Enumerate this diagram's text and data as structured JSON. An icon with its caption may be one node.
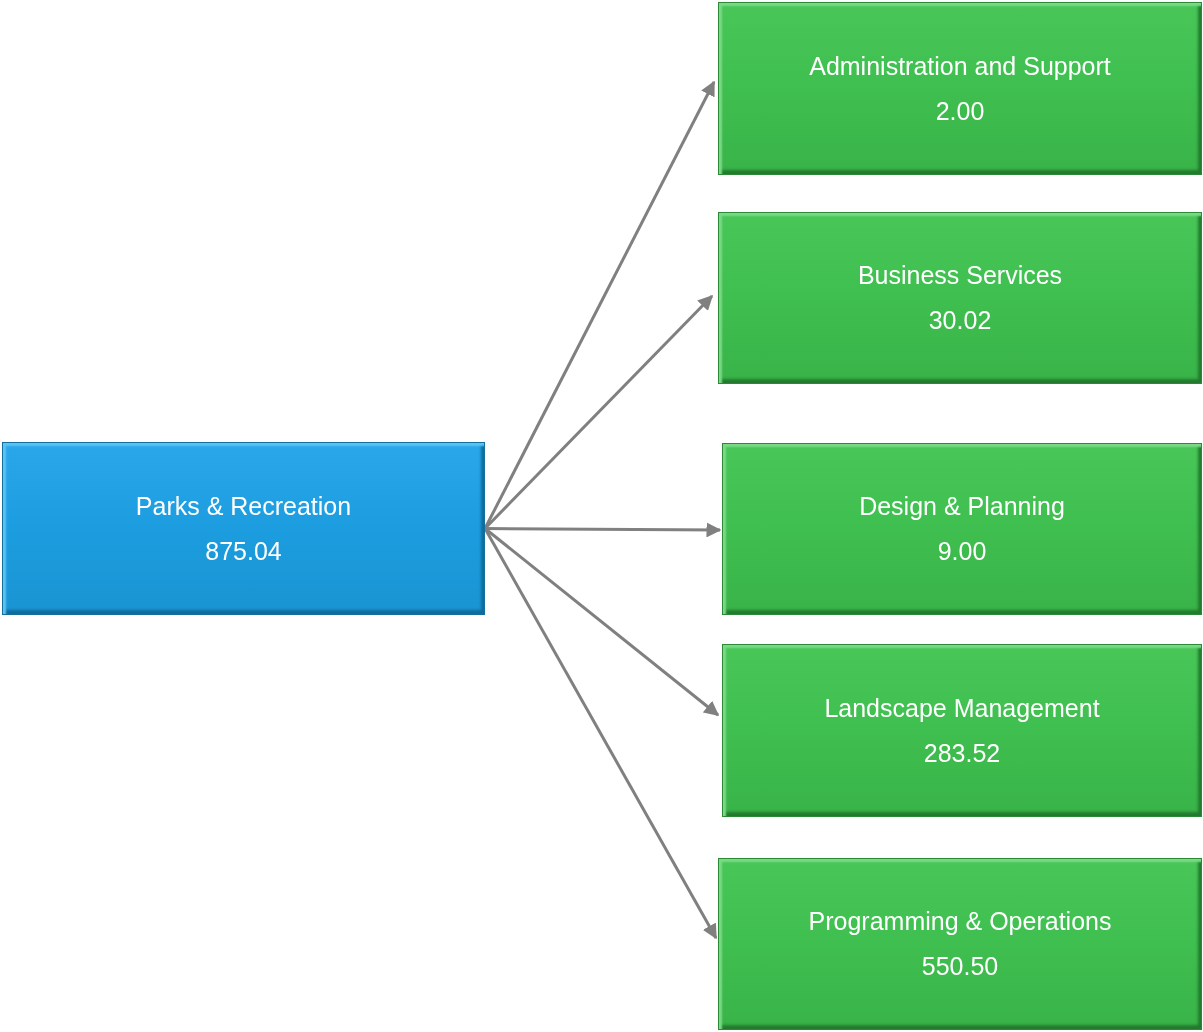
{
  "diagram": {
    "nodes": [
      {
        "text": [
          "Parks & Recreation",
          "875.04"
        ]
      },
      {
        "text": [
          "Administration and Support",
          "2.00"
        ]
      },
      {
        "text": [
          "Business Services",
          "30.02"
        ]
      },
      {
        "text": [
          "Design & Planning",
          "9.00"
        ]
      },
      {
        "text": [
          "Landscape Management",
          "283.52"
        ]
      },
      {
        "text": [
          "Programming & Operations",
          "550.50"
        ]
      }
    ],
    "edges": [
      {
        "from": 0,
        "to": 1,
        "arrow": "to"
      },
      {
        "from": 0,
        "to": 2,
        "arrow": "to"
      },
      {
        "from": 0,
        "to": 3,
        "arrow": "to"
      },
      {
        "from": 0,
        "to": 4,
        "arrow": "to"
      },
      {
        "from": 0,
        "to": 5,
        "arrow": "to"
      }
    ]
  }
}
